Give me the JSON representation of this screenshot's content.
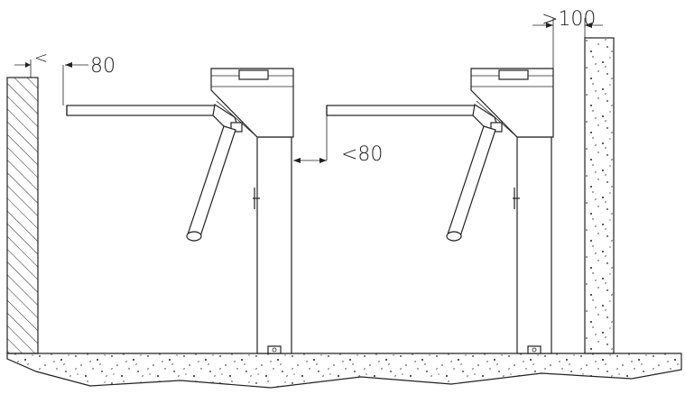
{
  "dimensions": {
    "wall_gap_label": "<",
    "arm_offset_label": "80",
    "between_units_label": "<80",
    "right_wall_gap_label": ">100"
  }
}
